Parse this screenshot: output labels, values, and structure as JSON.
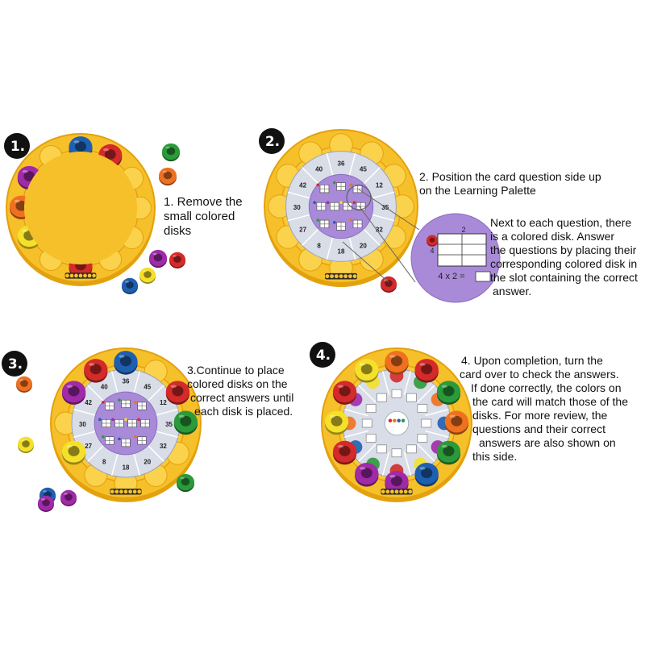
{
  "steps": [
    {
      "number": "1.",
      "lines": [
        "1. Remove the",
        "small colored",
        "disks"
      ]
    },
    {
      "number": "2.",
      "lines": [
        "2. Position the card question side up",
        "on the Learning Palette"
      ],
      "callout_lines": [
        "Next to each question, there",
        "is a colored disk. Answer",
        "the questions by placing their",
        "corresponding colored disk in",
        "the slot containing the correct",
        "answer."
      ],
      "zoom": {
        "top_label": "2",
        "side_label": "4",
        "equation": "4 x 2 ="
      }
    },
    {
      "number": "3.",
      "lines": [
        "3.Continue to place",
        "colored disks on the",
        "correct answers until",
        "each disk is placed."
      ]
    },
    {
      "number": "4.",
      "lines": [
        "4. Upon completion, turn the",
        "card over to check the answers.",
        "If done correctly, the colors on",
        "the card will match those of the",
        "disks. For more review, the",
        "questions and their correct",
        "answers are also shown on",
        "this side."
      ]
    }
  ],
  "card_answers": [
    "36",
    "45",
    "12",
    "35",
    "32",
    "20",
    "18",
    "8",
    "27",
    "30",
    "42",
    "40"
  ],
  "colors": {
    "palette_yellow": "#f6c02a",
    "palette_dark": "#e3a10e",
    "card_bg": "#d8dde8",
    "card_purple": "#a88ad8",
    "disk_red": "#d42a2a",
    "disk_green": "#2a9a3a",
    "disk_orange": "#f07020",
    "disk_blue": "#1f5fb0",
    "disk_purple": "#a02aa8",
    "disk_yellow": "#f5e02a"
  }
}
